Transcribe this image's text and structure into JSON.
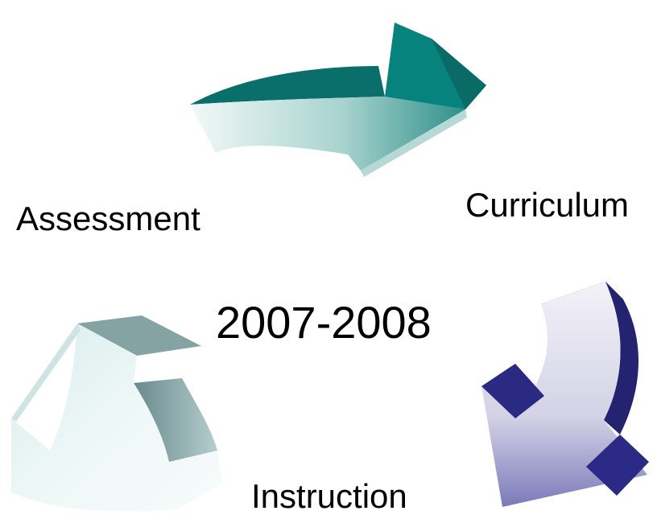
{
  "cycle": {
    "labels": {
      "assessment": "Assessment",
      "curriculum": "Curriculum",
      "instruction": "Instruction"
    },
    "center_year": "2007-2008"
  },
  "colors": {
    "teal_dark": "#0a7470",
    "teal_mid": "#3d9f9a",
    "teal_light": "#e9f5f3",
    "navy_dark": "#262478",
    "navy_light": "#f1f0f7",
    "slate_dark": "#6f8c8f",
    "slate_light": "#ecf6f6",
    "text": "#000000"
  }
}
